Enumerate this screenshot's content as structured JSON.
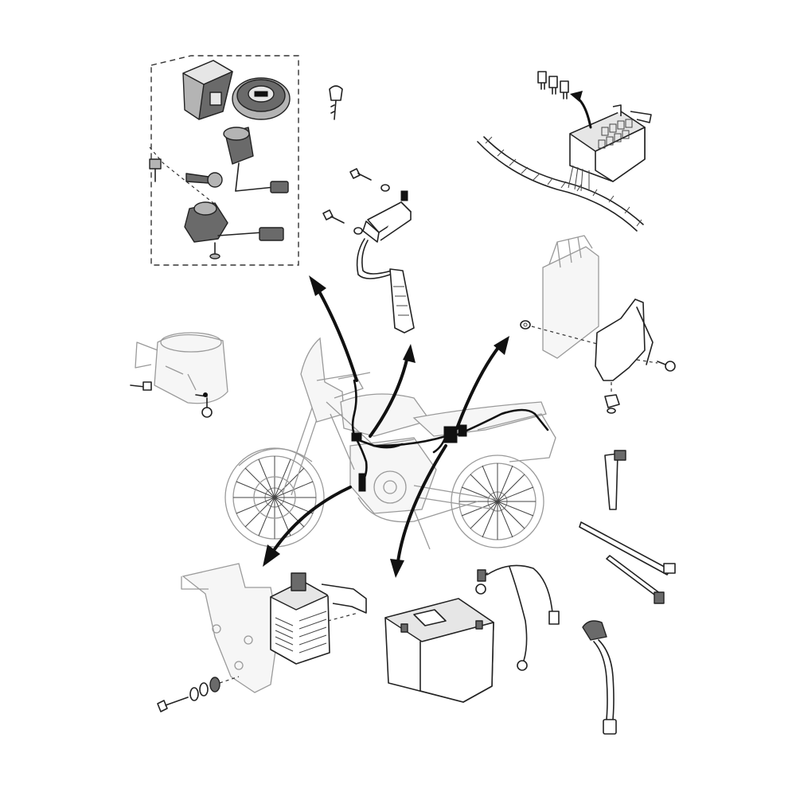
{
  "diagram": {
    "background": "#ffffff",
    "line_color": "#222222",
    "component_names": [
      "ignition-lock-set-group",
      "ignition-key",
      "ignition-coil",
      "fuse-box",
      "engine-control-unit",
      "headlight-housing",
      "motorcycle-silhouette",
      "rectifier-regulator",
      "battery",
      "battery-cables",
      "cable-ties",
      "starter-relay-lead"
    ]
  }
}
